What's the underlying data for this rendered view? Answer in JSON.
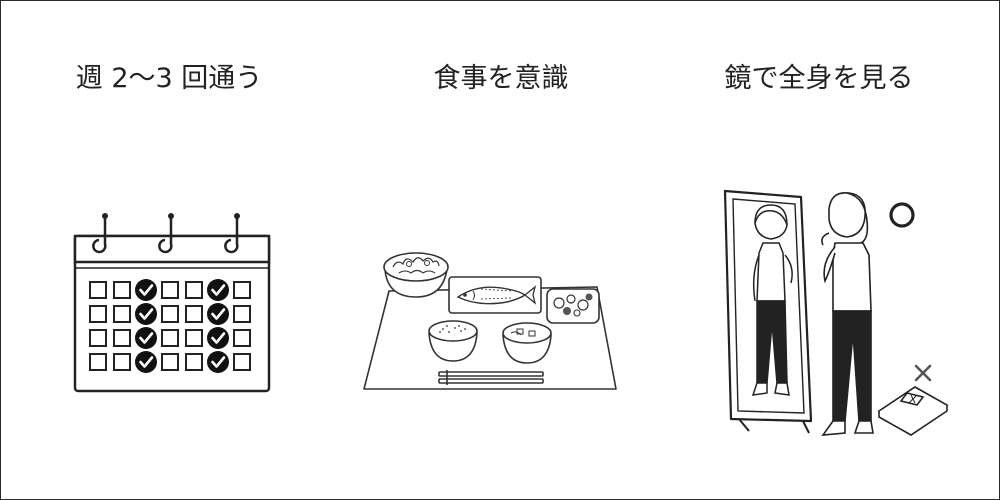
{
  "panels": [
    {
      "caption": "週 2〜3 回通う",
      "icon": "calendar-icon"
    },
    {
      "caption": "食事を意識",
      "icon": "meal-tray-icon"
    },
    {
      "caption": "鏡で全身を見る",
      "icon": "mirror-check-icon"
    }
  ],
  "calendar": {
    "columns": 7,
    "rows": 4,
    "checked_columns": [
      2,
      5
    ]
  },
  "mirror_panel": {
    "good_mark": "○",
    "bad_mark": "×"
  },
  "colors": {
    "ink": "#222222",
    "border": "#2b2b2b",
    "background": "#ffffff"
  }
}
